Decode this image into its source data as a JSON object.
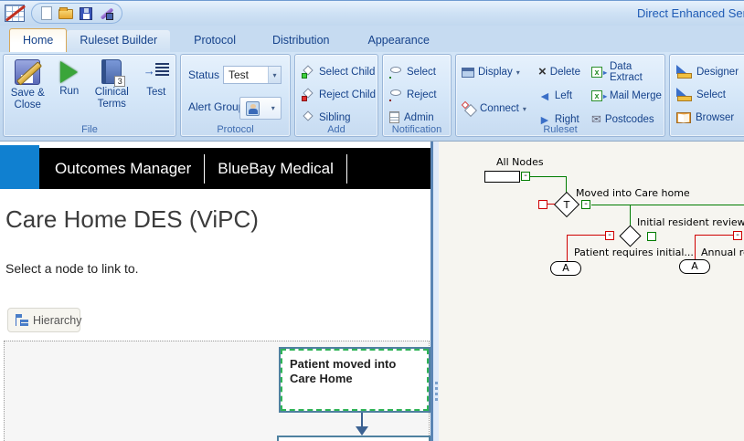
{
  "titlebar": {
    "title": "Direct Enhanced Servic"
  },
  "quick_access": {
    "icons": [
      "app-grid-wand",
      "new-document",
      "open-folder",
      "save",
      "wizard"
    ]
  },
  "tabs": {
    "items": [
      {
        "label": "Home",
        "active": true
      },
      {
        "label": "Ruleset Builder",
        "active": false
      },
      {
        "label": "Protocol",
        "active": false
      },
      {
        "label": "Distribution",
        "active": false
      },
      {
        "label": "Appearance",
        "active": false
      }
    ]
  },
  "ribbon": {
    "groups": [
      {
        "label": "File",
        "items": [
          {
            "label": "Save & Close",
            "icon": "save-close-icon"
          },
          {
            "label": "Run",
            "icon": "run-icon"
          },
          {
            "label": "Clinical Terms",
            "icon": "clinical-terms-book-icon",
            "badge": "3"
          },
          {
            "label": "Test",
            "icon": "test-icon"
          }
        ]
      },
      {
        "label": "Protocol",
        "status_label": "Status",
        "status_value": "Test",
        "alert_label": "Alert Group",
        "alert_icon": "address-book-icon"
      },
      {
        "label": "Add",
        "items": [
          {
            "label": "Select Child",
            "icon": "diamond-green-icon"
          },
          {
            "label": "Reject Child",
            "icon": "diamond-red-icon"
          },
          {
            "label": "Sibling",
            "icon": "diamond-icon"
          }
        ]
      },
      {
        "label": "Notification",
        "items": [
          {
            "label": "Select",
            "icon": "oval-green-icon"
          },
          {
            "label": "Reject",
            "icon": "oval-red-icon"
          },
          {
            "label": "Admin",
            "icon": "note-icon"
          }
        ]
      },
      {
        "label": "Ruleset",
        "col1": [
          {
            "label": "Display",
            "icon": "display-icon"
          },
          {
            "label": "Connect",
            "icon": "connect-icon"
          }
        ],
        "col2": [
          {
            "label": "Delete",
            "icon": "delete-x-icon"
          },
          {
            "label": "Left",
            "icon": "arrow-left-icon"
          },
          {
            "label": "Right",
            "icon": "arrow-right-icon"
          }
        ],
        "col3": [
          {
            "label": "Data Extract",
            "icon": "excel-export-icon"
          },
          {
            "label": "Mail Merge",
            "icon": "excel-export-icon"
          },
          {
            "label": "Postcodes",
            "icon": "envelope-icon"
          }
        ]
      },
      {
        "label": "",
        "items": [
          {
            "label": "Designer",
            "icon": "drafting-icon"
          },
          {
            "label": "Select",
            "icon": "drafting-icon"
          },
          {
            "label": "Browser",
            "icon": "open-book-icon"
          }
        ]
      }
    ],
    "caret": "▾",
    "arrow_left": "◄",
    "arrow_right": "►",
    "delete_glyph": "×",
    "test_arrow": "→",
    "envelope_glyph": "✉",
    "excel_glyph": "x"
  },
  "content": {
    "brand_primary": "Outcomes Manager",
    "brand_secondary": "BlueBay Medical",
    "page_title": "Care Home DES (ViPC)",
    "instruction": "Select a node to link to.",
    "hierarchy_button": "Hierarchy",
    "selected_node": "Patient moved into Care Home"
  },
  "flowchart": {
    "root_label": "All Nodes",
    "minus": "-",
    "decision1_text": "T",
    "decision1_label": "Moved into Care home",
    "decision2_label": "Initial resident review...",
    "branch1_label": "Patient requires initial...",
    "branch1_terminal": "A",
    "branch2_label": "Annual re",
    "branch2_terminal": "A",
    "colors": {
      "true_link": "#007c00",
      "false_link": "#cf0000",
      "selection": "#2fb456",
      "accent_blue": "#1080d0"
    }
  }
}
